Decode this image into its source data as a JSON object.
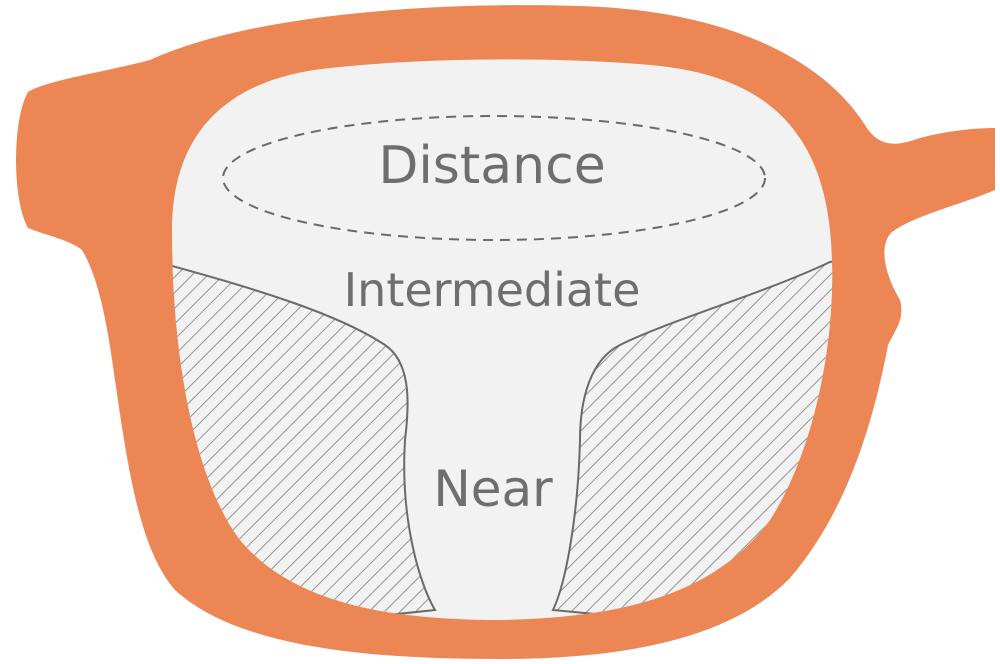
{
  "zones": {
    "distance": "Distance",
    "intermediate": "Intermediate",
    "near": "Near"
  },
  "colors": {
    "frame": "#ec8655",
    "lens": "#f2f2f2",
    "label": "#6e6e6e",
    "hatch": "#7c7c7c",
    "outline": "#6a6a6a"
  },
  "icons": {
    "frame": "eyeglass-frame-icon",
    "lens": "progressive-lens-icon"
  }
}
